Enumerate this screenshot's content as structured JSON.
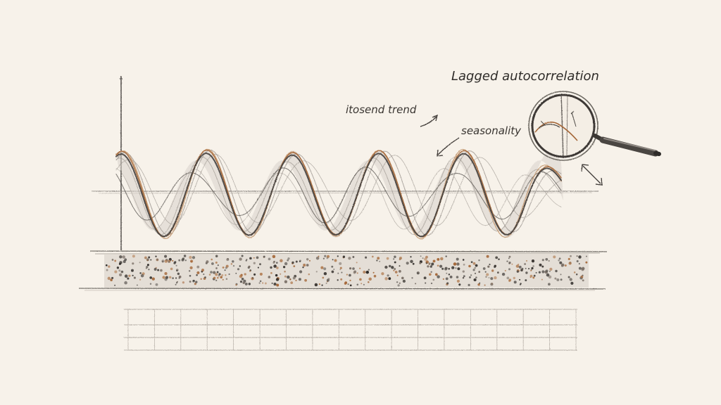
{
  "annotations": {
    "lagged_autocorrelation": "Lagged autocorrelation",
    "trend": "itosend trend",
    "seasonality": "seasonality"
  },
  "colors": {
    "background": "#f7f2ea",
    "pencil": "#4a4642",
    "pencil_light": "#9b958e",
    "sepia": "#a5683a",
    "sepia_light": "#c49a72",
    "wave_fill": "#d8d2ca"
  },
  "icons": {
    "magnifier": "magnifying-glass-icon",
    "arrows": [
      "arrow-to-trend-icon",
      "arrow-to-seasonality-icon",
      "double-arrow-icon"
    ]
  }
}
